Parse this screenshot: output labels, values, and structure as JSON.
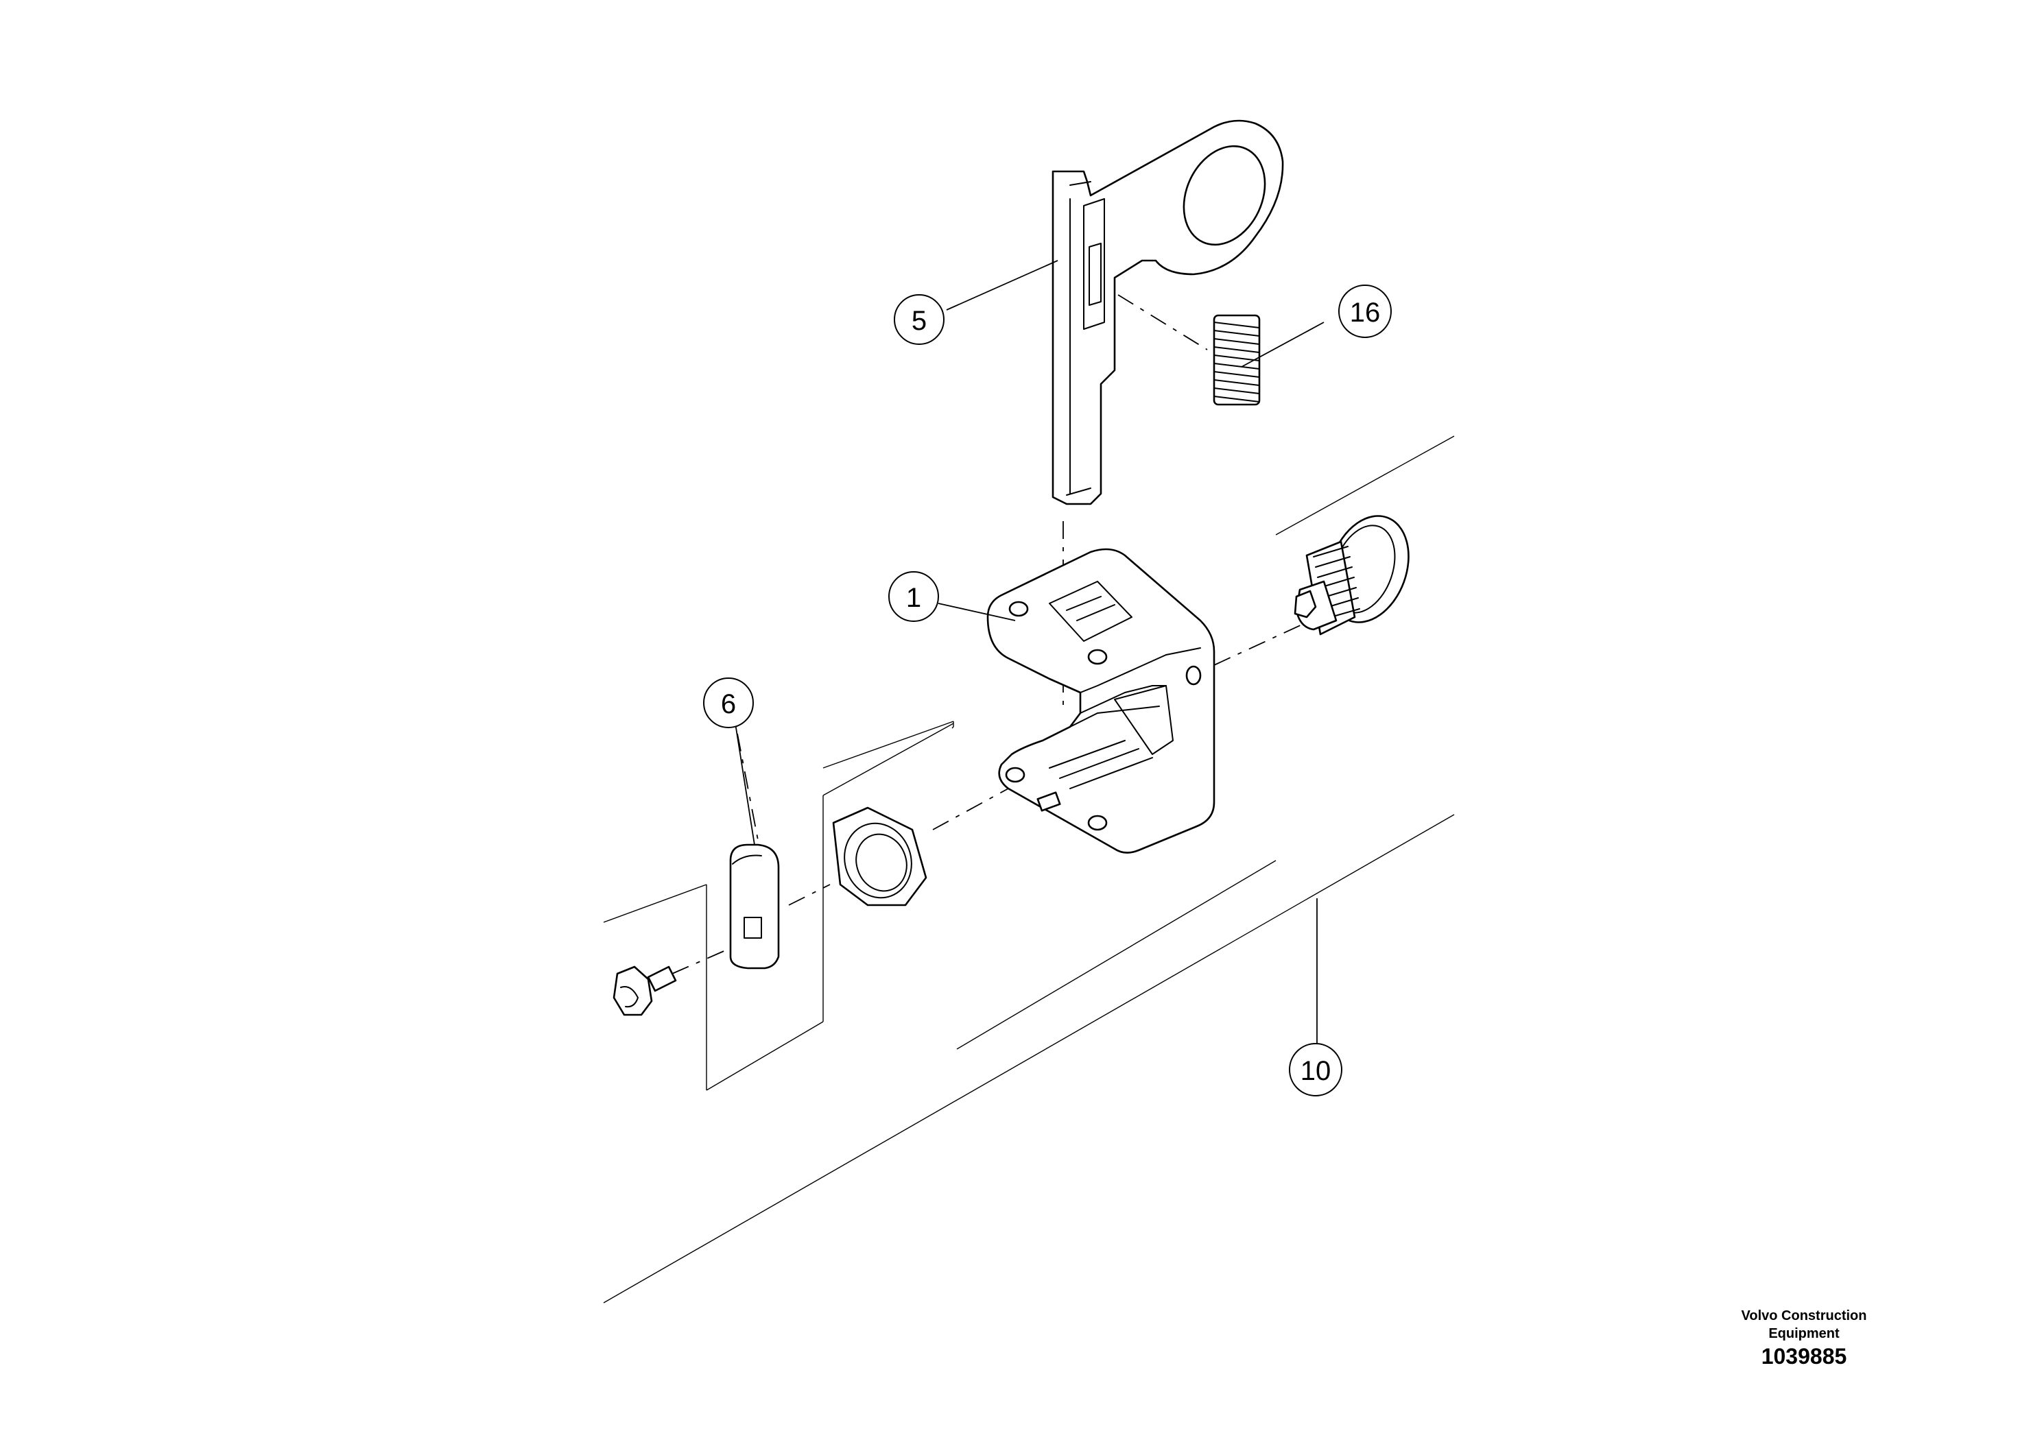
{
  "callouts": [
    {
      "id": "part-1",
      "label": "1"
    },
    {
      "id": "part-5",
      "label": "5"
    },
    {
      "id": "part-6",
      "label": "6"
    },
    {
      "id": "part-10",
      "label": "10"
    },
    {
      "id": "part-16",
      "label": "16"
    }
  ],
  "footer": {
    "manufacturer_line1": "Volvo Construction",
    "manufacturer_line2": "Equipment",
    "drawing_number": "1039885"
  }
}
